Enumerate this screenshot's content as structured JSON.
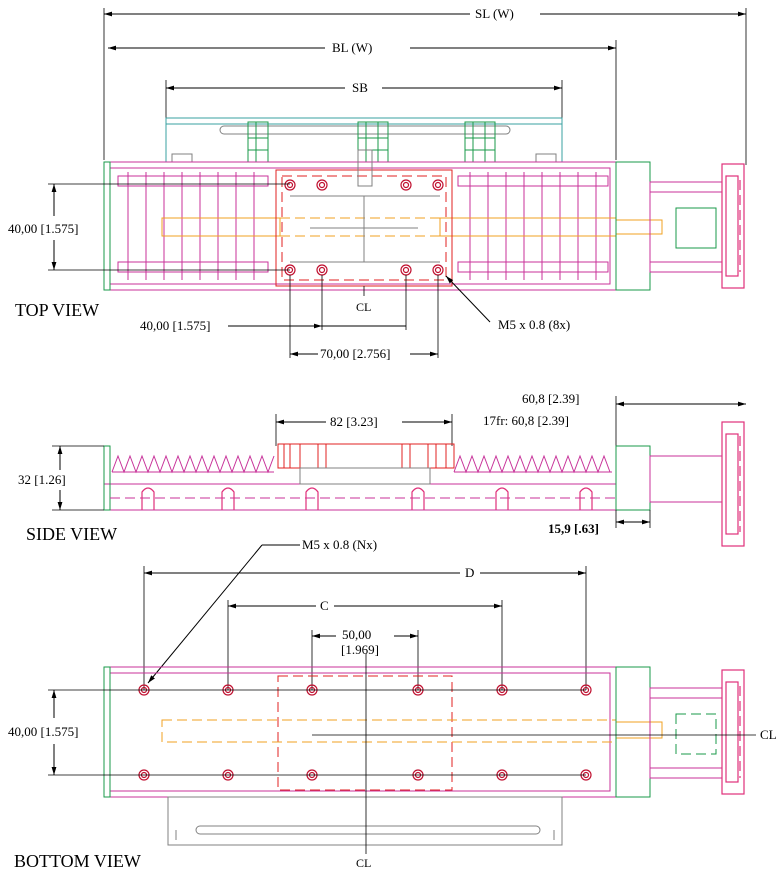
{
  "views": {
    "top": "TOP VIEW",
    "side": "SIDE VIEW",
    "bottom": "BOTTOM VIEW"
  },
  "dims": {
    "sl": "SL (W)",
    "bl": "BL (W)",
    "sb": "SB",
    "top_height": "40,00 [1.575]",
    "top_cl": "CL",
    "top_hole_spacing": "40,00 [1.575]",
    "top_hole_span": "70,00 [2.756]",
    "top_hole_note": "M5 x 0.8 (8x)",
    "side_carriage": "82 [3.23]",
    "side_motor": "60,8 [2.39]",
    "side_motor_alt": "17fr: 60,8 [2.39]",
    "side_height": "32 [1.26]",
    "side_offset": "15,9 [.63]",
    "bottom_hole_note": "M5 x 0.8 (Nx)",
    "bottom_d": "D",
    "bottom_c": "C",
    "bottom_spacing_mm": "50,00",
    "bottom_spacing_in": "[1.969]",
    "bottom_height": "40,00 [1.575]",
    "bottom_cl_right": "CL",
    "bottom_cl": "CL"
  },
  "colors": {
    "body": "#c8329a",
    "motor": "#e0307a",
    "carriage": "#e02020",
    "end_plate": "#1a9a4a",
    "screw": "#f0a020"
  }
}
